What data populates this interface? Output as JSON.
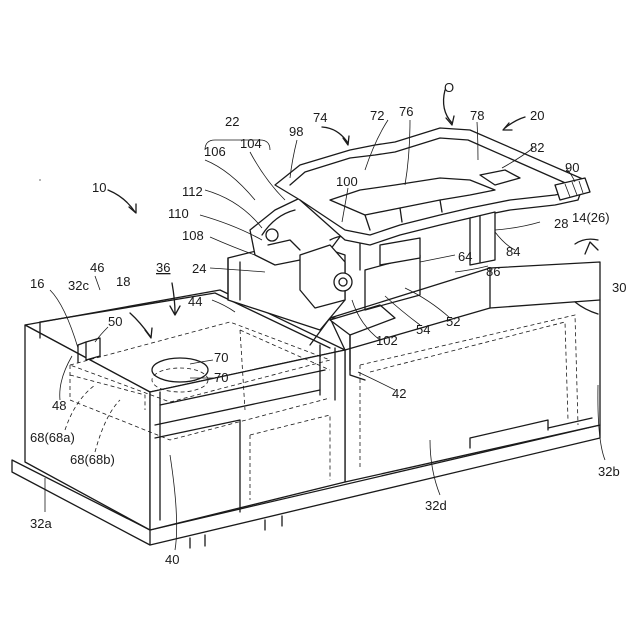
{
  "labels": {
    "l10": "10",
    "l14_26": "14(26)",
    "l16": "16",
    "l18": "18",
    "l20": "20",
    "l22": "22",
    "l24": "24",
    "l28": "28",
    "l30": "30",
    "l32a": "32a",
    "l32b": "32b",
    "l32c": "32c",
    "l32d": "32d",
    "l36": "36",
    "l40": "40",
    "l42": "42",
    "l44": "44",
    "l46": "46",
    "l48": "48",
    "l50": "50",
    "l52": "52",
    "l54": "54",
    "l64": "64",
    "l68a": "68(68a)",
    "l68b": "68(68b)",
    "l70a": "70",
    "l70b": "70",
    "l72": "72",
    "l74": "74",
    "l76": "76",
    "l78": "78",
    "l82": "82",
    "l84": "84",
    "l86": "86",
    "l90": "90",
    "l98": "98",
    "l100": "100",
    "l102": "102",
    "l104": "104",
    "l106": "106",
    "l108": "108",
    "l110": "110",
    "l112": "112",
    "rotation": "O"
  }
}
